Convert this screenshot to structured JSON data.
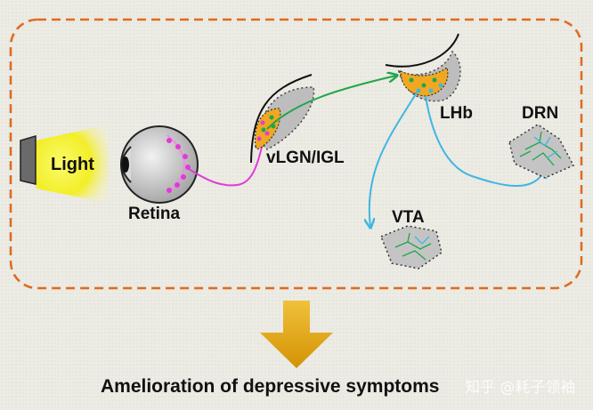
{
  "labels": {
    "light": "Light",
    "retina": "Retina",
    "vlgn_igl": "vLGN/IGL",
    "lhb": "LHb",
    "drn": "DRN",
    "vta": "VTA"
  },
  "outcome": "Amelioration of depressive symptoms",
  "watermark": "知乎 @耗子领袖",
  "colors": {
    "box_border": "#e06a1f",
    "light_glow": "#f4ef2a",
    "retina_path": "#e23ad9",
    "green_path": "#1fa64a",
    "blue_path": "#3fb6e3",
    "nucleus_fill": "#f0a820",
    "arrow": "#e5a90a"
  }
}
